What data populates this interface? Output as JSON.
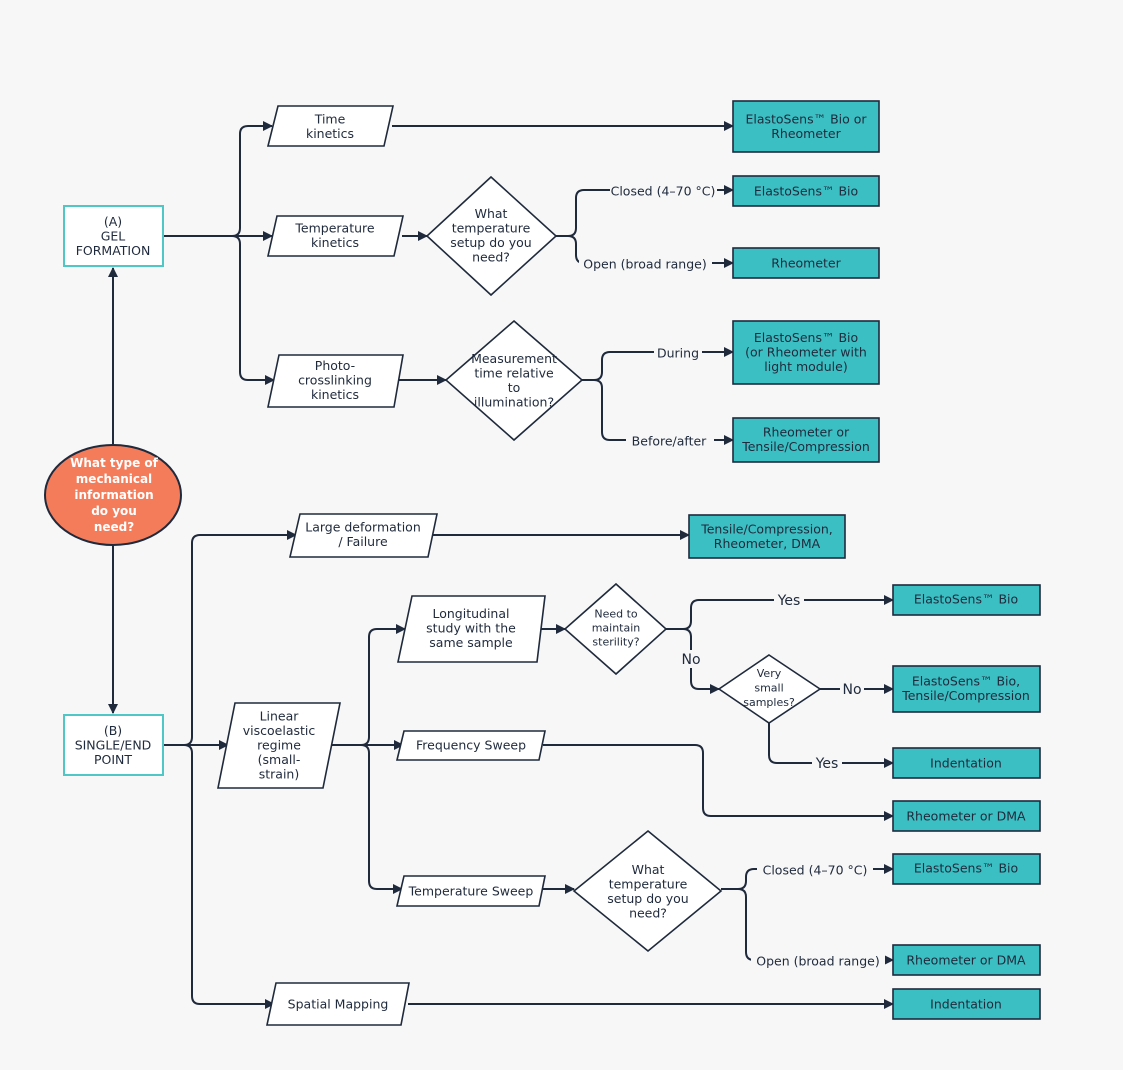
{
  "nodes": {
    "start": [
      "What type of",
      "mechanical",
      "information",
      "do you",
      "need?"
    ],
    "gel_formation": [
      "(A)",
      "GEL",
      "FORMATION"
    ],
    "single_end_point": [
      "(B)",
      "SINGLE/END",
      "POINT"
    ],
    "time_kinetics": [
      "Time",
      "kinetics"
    ],
    "temperature_kinetics": [
      "Temperature",
      "kinetics"
    ],
    "photo_crosslinking": [
      "Photo-",
      "crosslinking",
      "kinetics"
    ],
    "temp_setup_q1": [
      "What",
      "temperature",
      "setup do you",
      "need?"
    ],
    "measurement_time_q": [
      "Measurement",
      "time relative",
      "to",
      "illumination?"
    ],
    "out_elastosens_or_rheometer": [
      "ElastoSens™ Bio or",
      "Rheometer"
    ],
    "out_elastosens_1": [
      "ElastoSens™ Bio"
    ],
    "out_rheometer_1": [
      "Rheometer"
    ],
    "out_elastosens_light": [
      "ElastoSens™ Bio",
      "(or Rheometer with",
      "light module)"
    ],
    "out_rheometer_tensile": [
      "Rheometer or",
      "Tensile/Compression"
    ],
    "large_deformation": [
      "Large deformation",
      "/ Failure"
    ],
    "out_tensile_rheo_dma": [
      "Tensile/Compression,",
      "Rheometer, DMA"
    ],
    "linear_viscoelastic": [
      "Linear",
      "viscoelastic",
      "regime",
      "(small-",
      "strain)"
    ],
    "longitudinal": [
      "Longitudinal",
      "study with the",
      "same sample"
    ],
    "sterility_q": [
      "Need to",
      "maintain",
      "sterility?"
    ],
    "small_samples_q": [
      "Very",
      "small",
      "samples?"
    ],
    "out_elastosens_2": [
      "ElastoSens™ Bio"
    ],
    "out_elastosens_tensile": [
      "ElastoSens™ Bio,",
      "Tensile/Compression"
    ],
    "out_indentation_1": [
      "Indentation"
    ],
    "frequency_sweep": [
      "Frequency Sweep"
    ],
    "out_rheometer_dma_1": [
      "Rheometer or DMA"
    ],
    "temperature_sweep": [
      "Temperature Sweep"
    ],
    "temp_setup_q2": [
      "What",
      "temperature",
      "setup do you",
      "need?"
    ],
    "out_elastosens_3": [
      "ElastoSens™ Bio"
    ],
    "out_rheometer_dma_2": [
      "Rheometer or DMA"
    ],
    "spatial_mapping": [
      "Spatial Mapping"
    ],
    "out_indentation_2": [
      "Indentation"
    ]
  },
  "edge_labels": {
    "closed_1": "Closed (4–70 °C)",
    "open_1": "Open (broad range)",
    "during": "During",
    "before_after": "Before/after",
    "yes_1": "Yes",
    "no_1": "No",
    "no_2": "No",
    "yes_2": "Yes",
    "closed_2": "Closed (4–70 °C)",
    "open_2": "Open (broad range)"
  },
  "colors": {
    "start_fill": "#f47c5a",
    "outcome_fill": "#3cbfc3",
    "gel_border": "#4fc7c7",
    "stroke": "#1f2a3c",
    "background": "#f7f7f7"
  }
}
